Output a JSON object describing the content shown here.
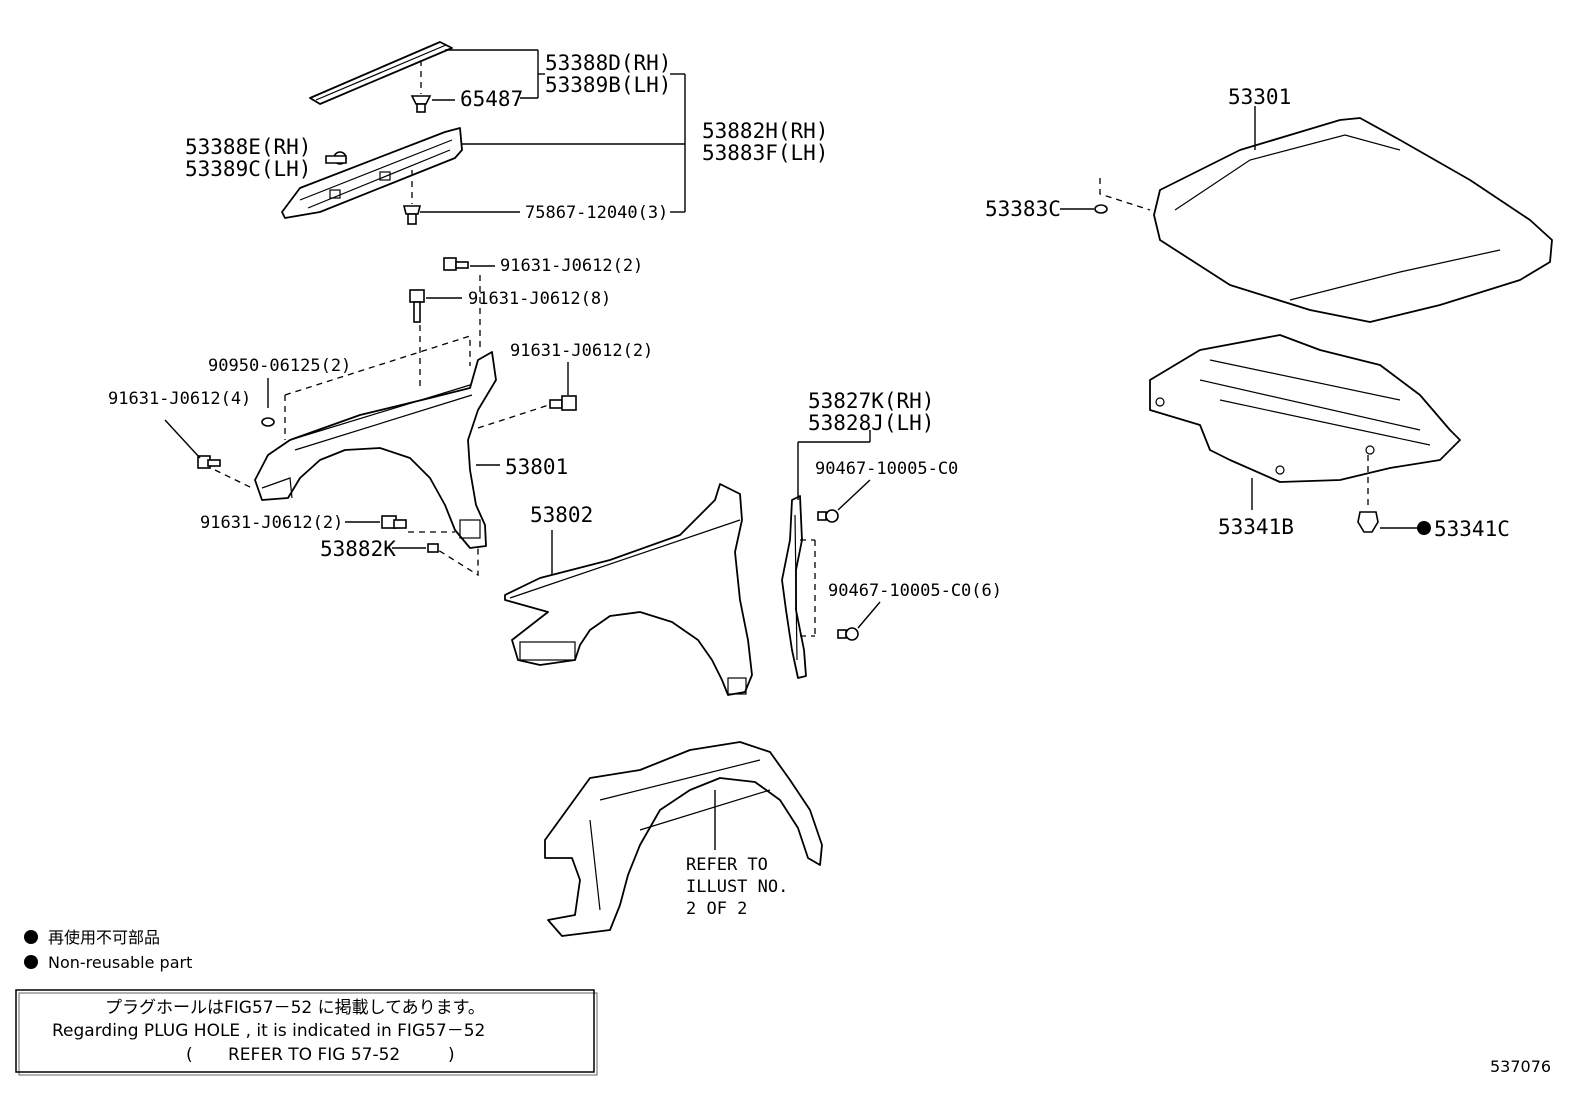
{
  "labels": {
    "p53388D": "53388D(RH)",
    "p53389B": "53389B(LH)",
    "p65487": "65487",
    "p53388E": "53388E(RH)",
    "p53389C": "53389C(LH)",
    "p53882H": "53882H(RH)",
    "p53883F": "53883F(LH)",
    "p75867": "75867-12040(3)",
    "p91631a": "91631-J0612(2)",
    "p91631b": "91631-J0612(8)",
    "p90950": "90950-06125(2)",
    "p91631c": "91631-J0612(2)",
    "p91631d": "91631-J0612(4)",
    "p53801": "53801",
    "p91631e": "91631-J0612(2)",
    "p53882K": "53882K",
    "p53802": "53802",
    "p53827K": "53827K(RH)",
    "p53828J": "53828J(LH)",
    "p90467a": "90467-10005-C0",
    "p90467b": "90467-10005-C0(6)",
    "p53301": "53301",
    "p53383C": "53383C",
    "p53341B": "53341B",
    "p53341C": "53341C"
  },
  "refer": {
    "line1": "REFER TO",
    "line2": "ILLUST NO.",
    "line3": "2 OF 2"
  },
  "legend": {
    "jp": "再使用不可部品",
    "en": "Non-reusable part"
  },
  "note": {
    "line1": "プラグホールはFIG57－52 に掲載してあります。",
    "line2": "Regarding  PLUG HOLE  , it is  indicated  in  FIG57－52",
    "line3_open": "(",
    "line3_text": "REFER TO FIG 57-52",
    "line3_close": ")"
  },
  "figure_number": "537076"
}
